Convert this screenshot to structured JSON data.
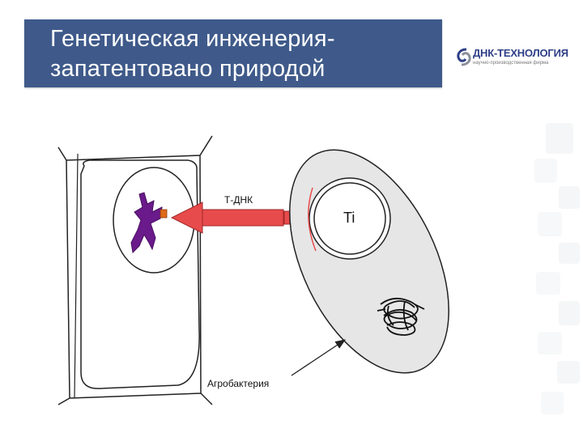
{
  "slide": {
    "title_line1": "Генетическая инженерия-",
    "title_line2": "запатентовано природой"
  },
  "logo": {
    "name": "ДНК-ТЕХНОЛОГИЯ",
    "subtitle": "научно-производственная фирма",
    "color": "#2e3f87"
  },
  "diagram": {
    "tdna_label": "Т-ДНК",
    "plasmid_label": "Ti",
    "bacterium_label": "Агробактерия"
  },
  "colors": {
    "title_bg": "#3f5a8a",
    "arrow": "#e84b4b",
    "chromosome": "#6a1a8a",
    "bacterium_fill": "#e6e6e6"
  }
}
